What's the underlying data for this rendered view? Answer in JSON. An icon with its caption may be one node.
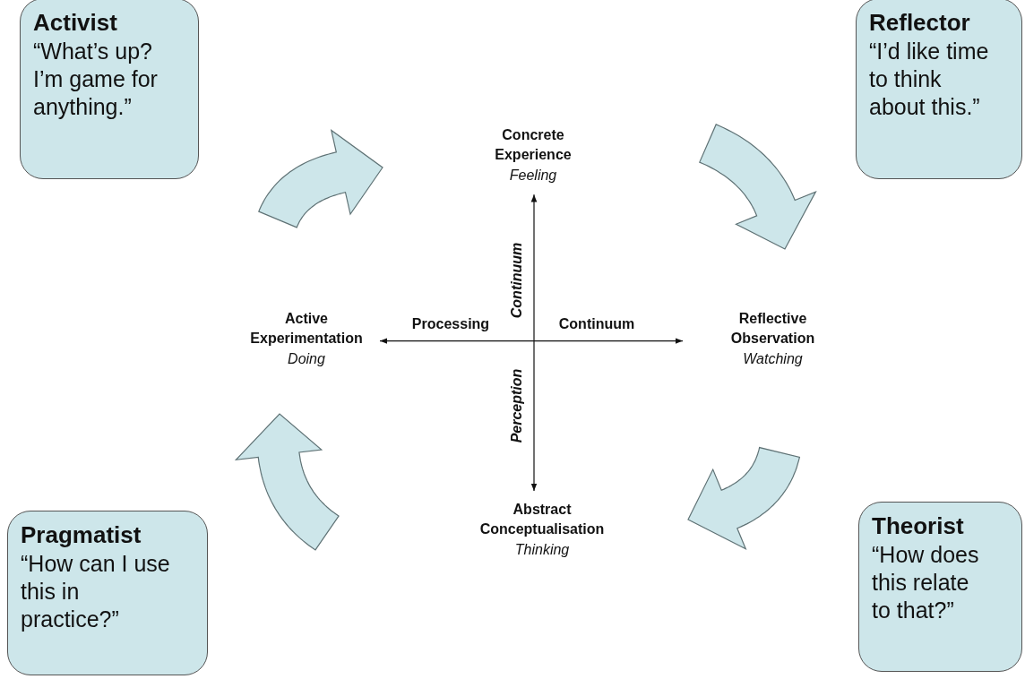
{
  "diagram": {
    "nodes": [
      {
        "text": [
          "Activist",
          "“What’s up? I’m game for anything.”"
        ]
      },
      {
        "text": [
          "Reflector",
          "“I’d like time to think about this.”"
        ]
      },
      {
        "text": [
          "Pragmatist",
          "“How can I use this in practice?”"
        ]
      },
      {
        "text": [
          "Theorist",
          "“How does this relate to that?”"
        ]
      },
      {
        "text": [
          "Concrete Experience",
          "Feeling"
        ]
      },
      {
        "text": [
          "Active Experimentation",
          "Doing"
        ]
      },
      {
        "text": [
          "Reflective Observation",
          "Watching"
        ]
      },
      {
        "text": [
          "Abstract Conceptualisation",
          "Thinking"
        ]
      }
    ],
    "edges": [
      {
        "from": 7,
        "to": 4,
        "arrow": "both"
      },
      {
        "from": 5,
        "to": 6,
        "arrow": "both"
      }
    ],
    "labels": [
      "Continuum",
      "Processing",
      "Continuum",
      "Perception"
    ]
  }
}
